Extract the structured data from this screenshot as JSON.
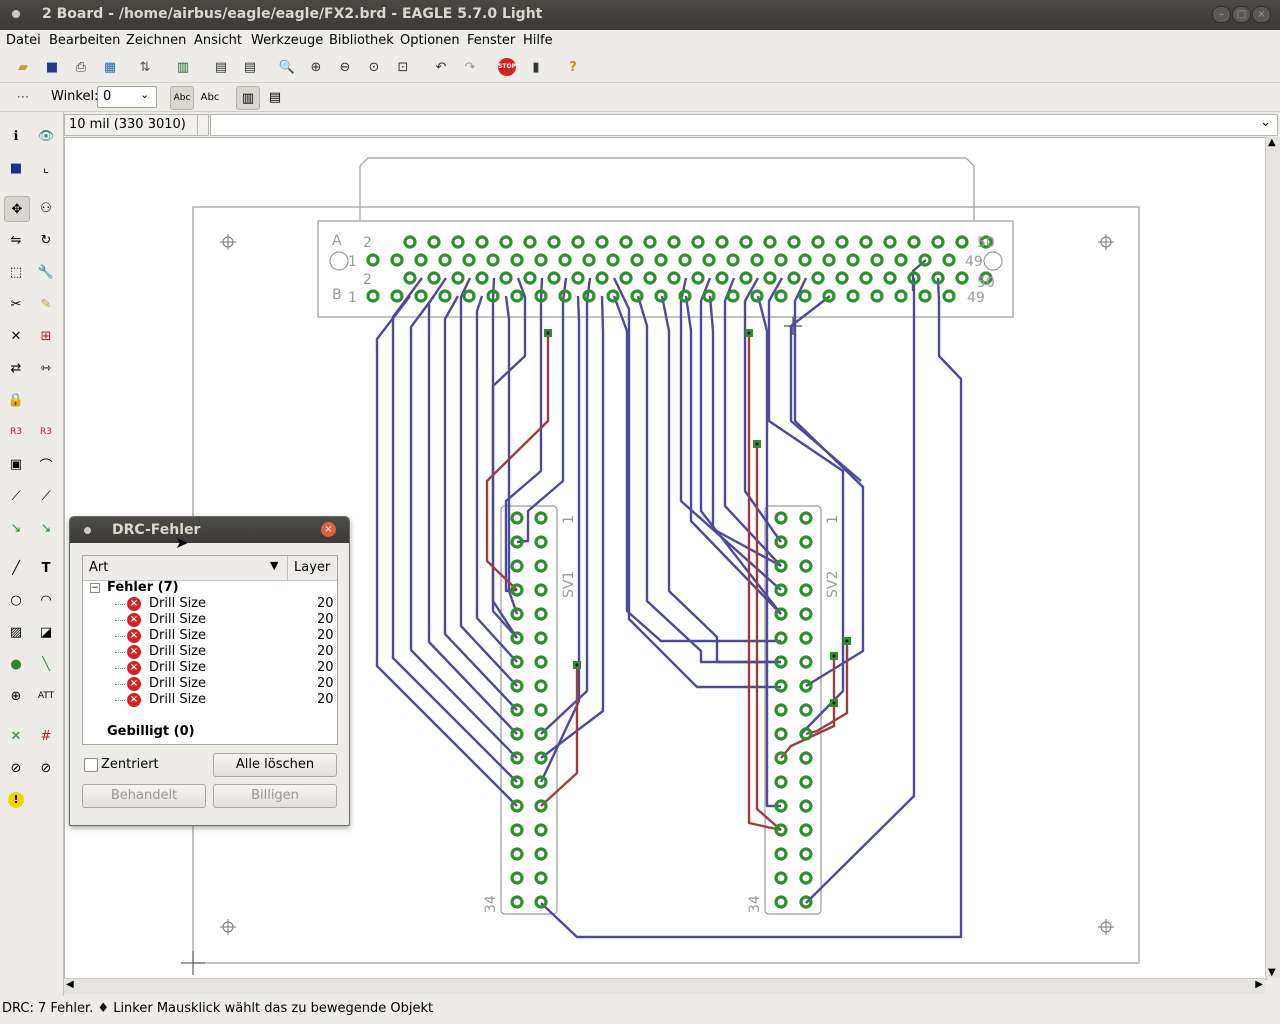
{
  "window": {
    "title": "2 Board - /home/airbus/eagle/eagle/FX2.brd - EAGLE 5.7.0 Light"
  },
  "menu": [
    "Datei",
    "Bearbeiten",
    "Zeichnen",
    "Ansicht",
    "Werkzeuge",
    "Bibliothek",
    "Optionen",
    "Fenster",
    "Hilfe"
  ],
  "toolbar2": {
    "angle_label": "Winkel:",
    "angle_value": "0"
  },
  "coord_display": "10 mil (330 3010)",
  "board": {
    "connector_row_labels": {
      "a": "A",
      "one_top": "1",
      "two_top": "2",
      "b": "B",
      "one_bottom": "1",
      "two_mid": "2"
    },
    "connector_pin_labels": {
      "p50a": "50",
      "p49a": "49",
      "p50b": "50",
      "p49b": "49"
    },
    "sv1_label": "SV1",
    "sv2_label": "SV2",
    "sv1_pin1": "1",
    "sv2_pin1": "1",
    "sv1_pin34": "34",
    "sv2_pin34": "34"
  },
  "drc_dialog": {
    "title": "DRC-Fehler",
    "col_type": "Art",
    "col_layer": "Layer",
    "group_errors": "Fehler (7)",
    "errors": [
      {
        "label": "Drill Size",
        "layer": "20"
      },
      {
        "label": "Drill Size",
        "layer": "20"
      },
      {
        "label": "Drill Size",
        "layer": "20"
      },
      {
        "label": "Drill Size",
        "layer": "20"
      },
      {
        "label": "Drill Size",
        "layer": "20"
      },
      {
        "label": "Drill Size",
        "layer": "20"
      },
      {
        "label": "Drill Size",
        "layer": "20"
      }
    ],
    "group_approved": "Gebilligt (0)",
    "centered_label": "Zentriert",
    "clear_all": "Alle löschen",
    "processed": "Behandelt",
    "approve": "Billigen"
  },
  "status": {
    "text": "DRC: 7 Fehler.  ♦ Linker Mausklick wählt das zu bewegende Objekt"
  },
  "colors": {
    "trace_top": "#4d4a9a",
    "trace_bottom": "#9a3f3f",
    "pad": "#2f8f2f",
    "outline": "#9b9b9b"
  }
}
